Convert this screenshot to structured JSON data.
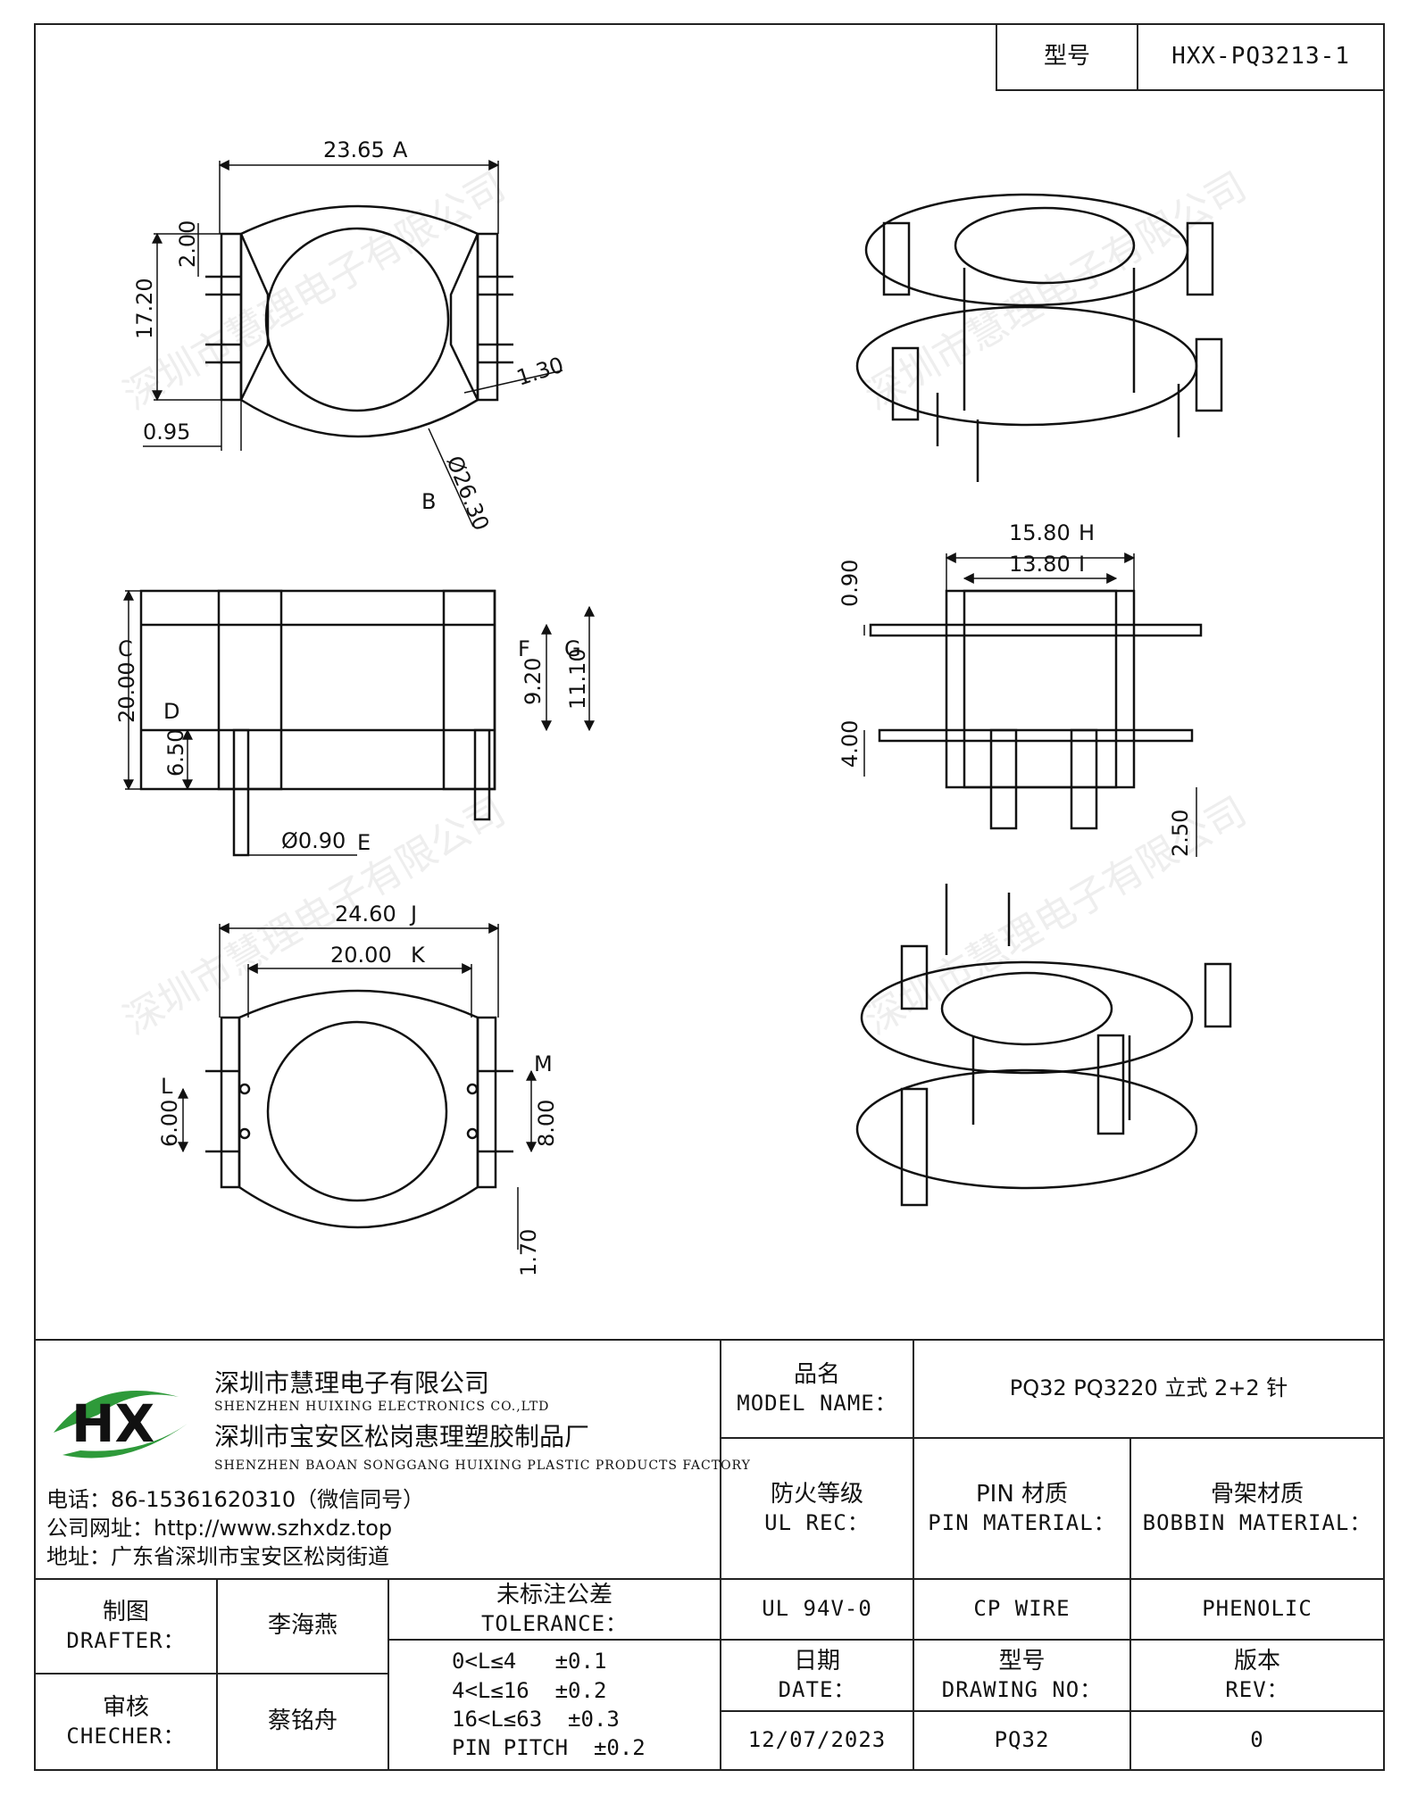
{
  "header": {
    "model_label": "型号",
    "model_value": "HXX-PQ3213-1"
  },
  "watermark_text": "深圳市慧理电子有限公司",
  "dimensions": {
    "top_view": {
      "width_a": "23.65",
      "label_a": "A",
      "height": "17.20",
      "slot": "2.00",
      "rib": "1.30",
      "edge": "0.95",
      "diameter": "Ø26.30",
      "label_b": "B"
    },
    "side_view": {
      "height_c": "20.00",
      "label_c": "C",
      "flange_d": "6.50",
      "label_d": "D",
      "inner_f": "9.20",
      "label_f": "F",
      "inner_g": "11.10",
      "label_g": "G",
      "pin_dia": "Ø0.90",
      "label_e": "E"
    },
    "front_view": {
      "width_h": "15.80",
      "label_h": "H",
      "width_i": "13.80",
      "label_i": "I",
      "flange_thk": "0.90",
      "base_h": "4.00",
      "pin_len": "2.50"
    },
    "bottom_view": {
      "width_j": "24.60",
      "label_j": "J",
      "width_k": "20.00",
      "label_k": "K",
      "pitch_l": "6.00",
      "label_l": "L",
      "pitch_m": "8.00",
      "label_m": "M",
      "edge": "1.70"
    }
  },
  "company": {
    "name_cn": "深圳市慧理电子有限公司",
    "name_en": "SHENZHEN HUIXING ELECTRONICS CO.,LTD",
    "factory_cn": "深圳市宝安区松岗惠理塑胶制品厂",
    "factory_en": "SHENZHEN BAOAN SONGGANG HUIXING PLASTIC PRODUCTS FACTORY",
    "phone": "电话：86-15361620310（微信同号）",
    "website": "公司网址：http://www.szhxdz.top",
    "address": "地址：广东省深圳市宝安区松岗街道",
    "logo_text": "HX",
    "logo_colors": {
      "green": "#2e9a3a",
      "yellow": "#e8c21a"
    }
  },
  "title_block": {
    "model_name_cn": "品名",
    "model_name_en": "MODEL NAME：",
    "model_name_value": "PQ32 PQ3220 立式 2+2 针",
    "ul_cn": "防火等级",
    "ul_en": "UL REC：",
    "ul_value": "UL 94V-0",
    "pin_cn": "PIN 材质",
    "pin_en": "PIN MATERIAL：",
    "pin_value": "CP WIRE",
    "bobbin_cn": "骨架材质",
    "bobbin_en": "BOBBIN MATERIAL：",
    "bobbin_value": "PHENOLIC",
    "drafter_cn": "制图",
    "drafter_en": "DRAFTER：",
    "drafter_value": "李海燕",
    "checker_cn": "审核",
    "checker_en": "CHECHER：",
    "checker_value": "蔡铭舟",
    "tolerance_cn": "未标注公差",
    "tolerance_en": "TOLERANCE：",
    "tolerance_lines": [
      "0<L≤4   ±0.1",
      "4<L≤16  ±0.2",
      "16<L≤63  ±0.3",
      "PIN PITCH  ±0.2"
    ],
    "date_cn": "日期",
    "date_en": "DATE：",
    "date_value": "12/07/2023",
    "drawing_cn": "型号",
    "drawing_en": "DRAWING NO：",
    "drawing_value": "PQ32",
    "rev_cn": "版本",
    "rev_en": "REV：",
    "rev_value": "0"
  }
}
